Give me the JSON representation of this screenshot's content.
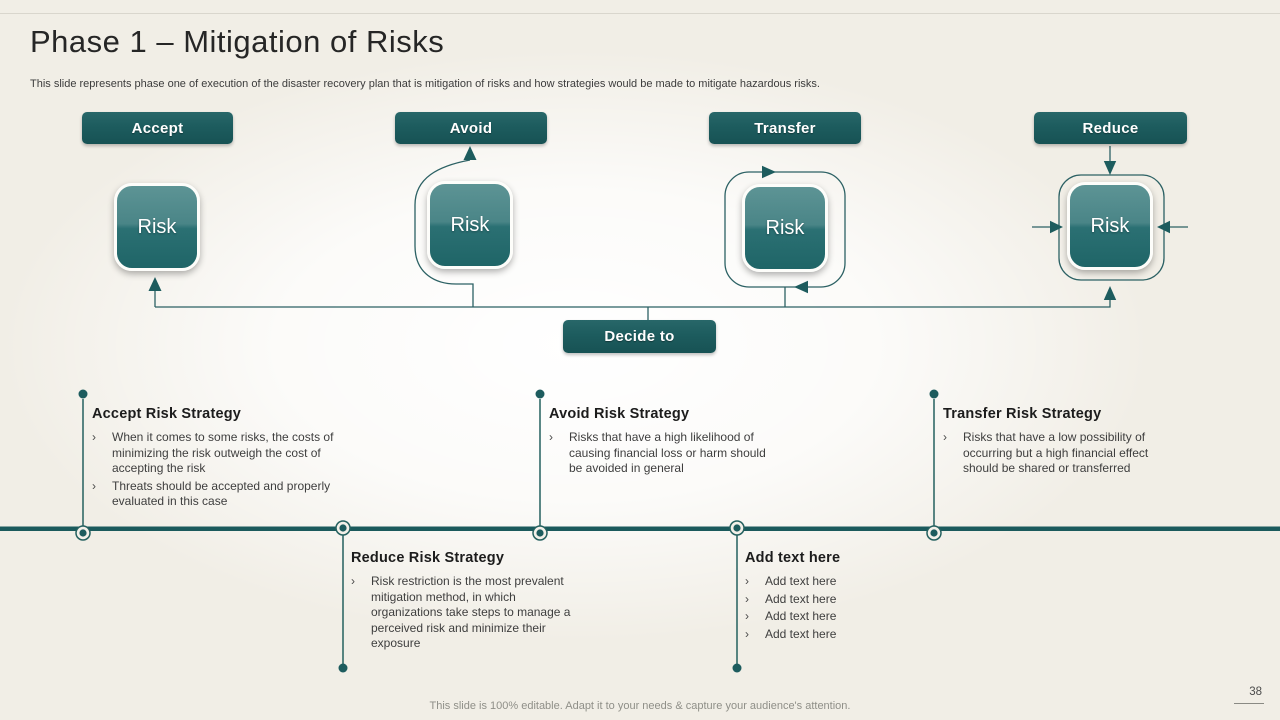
{
  "slide": {
    "title": "Phase 1 – Mitigation of Risks",
    "subtitle": "This slide represents phase one of execution of the disaster recovery plan that is mitigation of risks and how strategies would be made to mitigate hazardous risks.",
    "footer": "This slide is 100% editable. Adapt it to your needs & capture your audience's attention.",
    "page_number": "38"
  },
  "ui": {
    "bullet_char": "›"
  },
  "colors": {
    "teal_dark": "#1d5c5e",
    "line_teal": "#2c6164",
    "background_cream": "#f1eee6",
    "risk_gradient_top": "#5d9495",
    "risk_gradient_bottom": "#1f6567"
  },
  "diagram": {
    "strategies": [
      {
        "label": "Accept",
        "risk_label": "Risk"
      },
      {
        "label": "Avoid",
        "risk_label": "Risk"
      },
      {
        "label": "Transfer",
        "risk_label": "Risk"
      },
      {
        "label": "Reduce",
        "risk_label": "Risk"
      }
    ],
    "decide_label": "Decide to"
  },
  "sections": [
    {
      "heading": "Accept Risk Strategy",
      "bullets": [
        "When it comes to some risks, the costs of minimizing the risk outweigh the cost of accepting the risk",
        "Threats should be accepted and properly evaluated in this case"
      ]
    },
    {
      "heading": "Avoid Risk Strategy",
      "bullets": [
        "Risks that have a high likelihood of causing financial loss or harm should be avoided in general"
      ]
    },
    {
      "heading": "Transfer Risk Strategy",
      "bullets": [
        "Risks that have a low possibility of occurring but a high financial effect should be shared or transferred"
      ]
    },
    {
      "heading": "Reduce Risk Strategy",
      "bullets": [
        "Risk restriction is the most prevalent mitigation method, in which organizations take steps to manage a perceived risk and minimize their exposure"
      ]
    },
    {
      "heading": "Add text here",
      "bullets": [
        "Add text here",
        "Add text here",
        "Add text here",
        "Add text here"
      ]
    }
  ]
}
